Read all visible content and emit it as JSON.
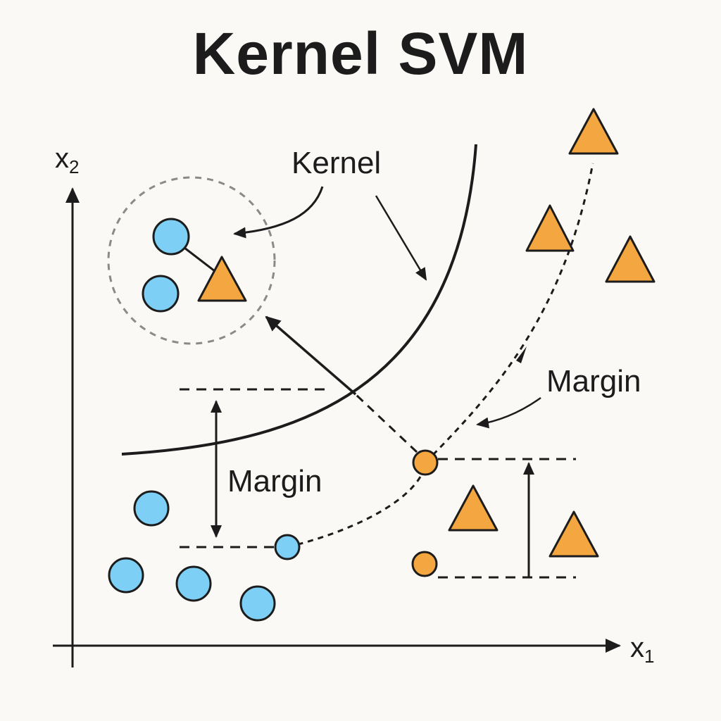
{
  "title": "Kernel SVM",
  "axes": {
    "x_label": "x",
    "x_sub": "1",
    "y_label": "x",
    "y_sub": "2"
  },
  "annotations": {
    "kernel": "Kernel",
    "margin_upper_right": "Margin",
    "margin_left": "Margin"
  },
  "colors": {
    "blue_class": "#7dcff5",
    "orange_class": "#f4a640",
    "stroke": "#1c1c1c",
    "kernel_circle": "#8a8a8a",
    "background": "#fbf9f6"
  },
  "classes": [
    {
      "name": "circle",
      "color_key": "blue_class"
    },
    {
      "name": "triangle",
      "color_key": "orange_class"
    }
  ]
}
